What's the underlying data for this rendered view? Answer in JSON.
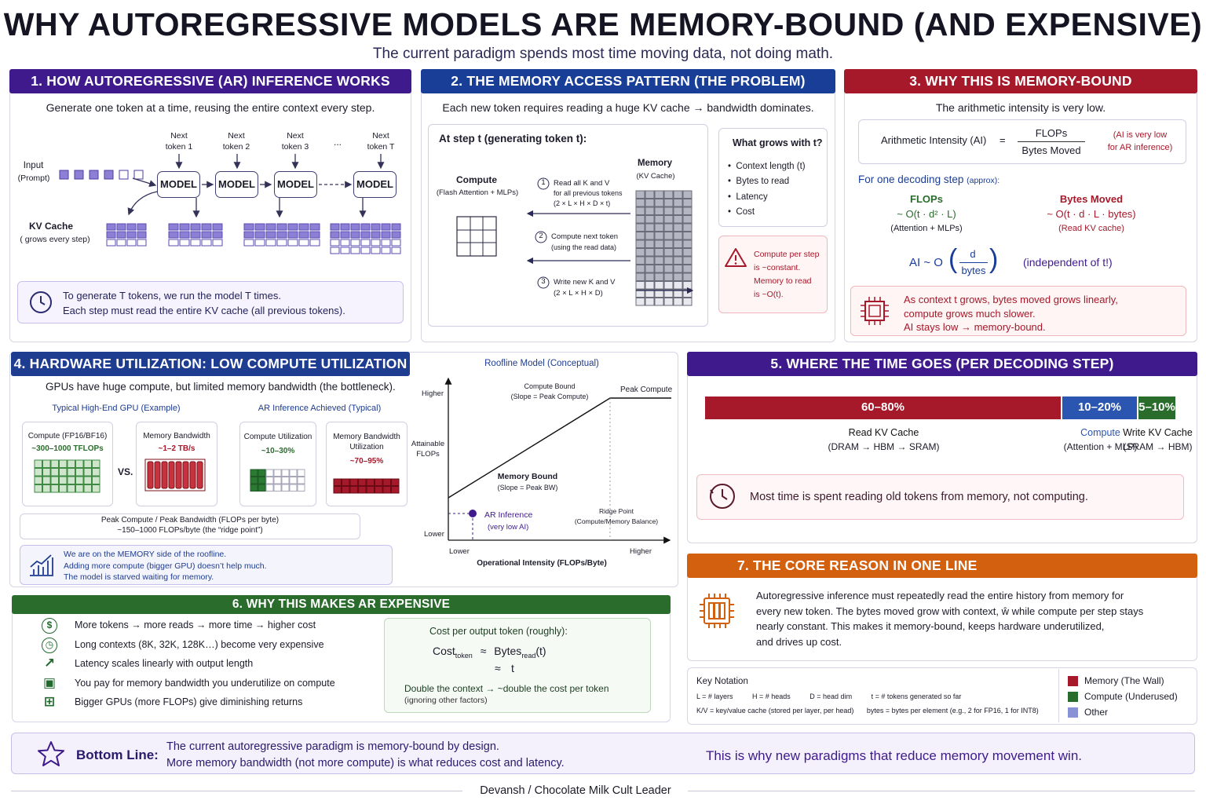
{
  "title": "WHY AUTOREGRESSIVE MODELS ARE MEMORY-BOUND (AND EXPENSIVE)",
  "subtitle": "The current paradigm spends most time moving data, not doing math.",
  "colors": {
    "purple": "#3e1a8c",
    "blue": "#183e98",
    "red": "#a5192a",
    "green": "#2a6c2c",
    "orange": "#d3600e"
  },
  "s1": {
    "header": "1. HOW AUTOREGRESSIVE (AR) INFERENCE WORKS",
    "intro": "Generate one token at a time, reusing the entire context every step.",
    "next_labels": [
      "Next token 1",
      "Next token 2",
      "Next token 3",
      "Next token T"
    ],
    "ellipsis": "...",
    "input_label": "Input",
    "input_sub": "(Prompt)",
    "model": "MODEL",
    "kv_label": "KV Cache",
    "kv_sub": "( grows every step)",
    "note_line1": "To generate T tokens, we run the model T times.",
    "note_line2": "Each step must read the entire KV cache (all previous tokens).",
    "note_icon": "clock-icon"
  },
  "s2": {
    "header": "2. THE MEMORY ACCESS PATTERN (THE PROBLEM)",
    "intro": "Each new token requires reading a huge KV cache → bandwidth dominates.",
    "step_title": "At step t (generating token t):",
    "compute": "Compute",
    "compute_sub": "(Flash Attention + MLPs)",
    "memory": "Memory",
    "memory_sub": "(KV Cache)",
    "steps": [
      {
        "n": "1",
        "l1": "Read all K and V",
        "l2": "for all previous tokens",
        "l3": "(2 × L × H × D × t)"
      },
      {
        "n": "2",
        "l1": "Compute next token",
        "l2": "(using the read data)",
        "l3": ""
      },
      {
        "n": "3",
        "l1": "Write new K and V",
        "l2": "(2 × L × H × D)",
        "l3": ""
      }
    ],
    "grows_title": "What grows with t?",
    "grows": [
      "Context length (t)",
      "Bytes to read",
      "Latency",
      "Cost"
    ],
    "warn1": "Compute per step",
    "warn2": "is ~constant.",
    "warn3": "Memory to read",
    "warn4": "is ~O(t).",
    "warn_icon": "warning-icon"
  },
  "s3": {
    "header": "3. WHY THIS IS MEMORY-BOUND",
    "intro": "The arithmetic intensity is very low.",
    "ai_label": "Arithmetic Intensity (AI)",
    "eq": "=",
    "num": "FLOPs",
    "den": "Bytes Moved",
    "ai_note1": "(AI is very low",
    "ai_note2": "for AR inference)",
    "one_step": "For one decoding step",
    "approx": "(approx):",
    "flops_t": "FLOPs",
    "flops_f": "~ O(t · d² · L)",
    "flops_s": "(Attention + MLPs)",
    "bytes_t": "Bytes Moved",
    "bytes_f": "~ O(t · d · L · bytes)",
    "bytes_s": "(Read KV cache)",
    "ai2": "AI ~ O",
    "ai2_num": "d",
    "ai2_den": "bytes",
    "indep": "(independent of t!)",
    "box1": "As context t grows, bytes moved grows linearly,",
    "box2": "compute grows much slower.",
    "box3": "AI stays low → memory-bound.",
    "chip_icon": "chip-icon"
  },
  "s4": {
    "header": "4. HARDWARE UTILIZATION: LOW COMPUTE UTILIZATION",
    "intro": "GPUs have huge compute, but limited memory bandwidth (the bottleneck).",
    "gpu_title": "Typical High-End GPU (Example)",
    "ar_title": "AR Inference Achieved (Typical)",
    "c1_t": "Compute (FP16/BF16)",
    "c1_v": "~300–1000 TFLOPs",
    "c2_t": "Memory Bandwidth",
    "c2_v": "~1–2 TB/s",
    "vs": "VS.",
    "c3_t": "Compute Utilization",
    "c3_v": "~10–30%",
    "c4_t1": "Memory Bandwidth",
    "c4_t2": "Utilization",
    "c4_v": "~70–95%",
    "ridge1": "Peak Compute / Peak Bandwidth (FLOPs per byte)",
    "ridge2": "~150–1000 FLOPs/byte (the “ridge point”)",
    "note1": "We are on the MEMORY side of the roofline.",
    "note2": "Adding more compute (bigger GPU) doesn’t help much.",
    "note3": "The model is starved waiting for memory.",
    "chart_icon": "bar-chart-icon"
  },
  "roofline": {
    "title": "Roofline Model (Conceptual)",
    "y_high": "Higher",
    "y_label1": "Attainable",
    "y_label2": "FLOPs",
    "y_low": "Lower",
    "x_low": "Lower",
    "x_high": "Higher",
    "x_label": "Operational Intensity (FLOPs/Byte)",
    "compute_bound1": "Compute Bound",
    "compute_bound2": "(Slope = Peak Compute)",
    "peak": "Peak Compute",
    "mem_bound1": "Memory Bound",
    "mem_bound2": "(Slope = Peak BW)",
    "ar1": "AR Inference",
    "ar2": "(very low AI)",
    "ridge1": "Ridge Point",
    "ridge2": "(Compute/Memory Balance)"
  },
  "chart_data": {
    "type": "bar",
    "title": "",
    "categories": [
      "Read KV Cache",
      "Compute",
      "Write KV Cache"
    ],
    "labels": [
      "60–80%",
      "10–20%",
      "5–10%"
    ],
    "values": [
      70,
      15,
      7.5
    ],
    "ranges": [
      [
        60,
        80
      ],
      [
        10,
        20
      ],
      [
        5,
        10
      ]
    ],
    "colors": [
      "#a5192a",
      "#2a55b0",
      "#2a6c2c"
    ]
  },
  "s5": {
    "header": "5. WHERE THE TIME GOES (PER DECODING STEP)",
    "sub": [
      "(DRAM → HBM → SRAM)",
      "(Attention + MLP)",
      "(SRAM → HBM)"
    ],
    "note": "Most time is spent reading old tokens from memory, not computing.",
    "note_icon": "clock-icon"
  },
  "s6": {
    "header": "6. WHY THIS MAKES AR EXPENSIVE",
    "items": [
      {
        "icon": "dollar-icon",
        "text": "More tokens → more reads → more time → higher cost"
      },
      {
        "icon": "clock-icon",
        "text": "Long contexts (8K, 32K, 128K…) become very expensive"
      },
      {
        "icon": "trend-up-icon",
        "text": "Latency scales linearly with output length"
      },
      {
        "icon": "chip-icon",
        "text": "You pay for memory bandwidth you underutilize on compute"
      },
      {
        "icon": "gpu-icon",
        "text": "Bigger GPUs (more FLOPs) give diminishing returns"
      }
    ],
    "cost_title": "Cost per output token (roughly):",
    "cost_l": "Cost",
    "cost_l_sub": "token",
    "approx": "≈",
    "bytes": "Bytes",
    "bytes_sub": "read",
    "bytes_t": "(t)",
    "t": "t",
    "double": "Double the context → ~double the cost per token",
    "ignoring": "(ignoring other factors)"
  },
  "s7": {
    "header": "7. THE CORE REASON IN ONE LINE",
    "l1": "Autoregressive inference must repeatedly read the entire history from memory for",
    "l2": "every new token.  The bytes moved grow with context, ŵ while compute per step stays",
    "l3": "nearly constant. This makes it memory-bound, keeps hardware underutilized,",
    "l4": "and drives up cost.",
    "icon": "memory-chip-icon"
  },
  "notation": {
    "title": "Key Notation",
    "r1": [
      "L = # layers",
      "H = # heads",
      "D = head dim",
      "t = # tokens generated so far"
    ],
    "r2": [
      "K/V = key/value cache (stored per layer, per head)",
      "bytes = bytes per element (e.g., 2 for FP16, 1 for INT8)"
    ],
    "legend": [
      {
        "label": "Memory (The Wall)",
        "color": "#a5192a"
      },
      {
        "label": "Compute (Underused)",
        "color": "#2a6c2c"
      },
      {
        "label": "Other",
        "color": "#8a92d6"
      }
    ]
  },
  "bottom": {
    "label": "Bottom Line:",
    "l1": "The current autoregressive paradigm is memory-bound by design.",
    "l2": "More memory bandwidth (not more compute) is what reduces cost and latency.",
    "right": "This is why new paradigms that reduce memory movement win.",
    "icon": "star-icon"
  },
  "footer": "Devansh / Chocolate Milk Cult Leader"
}
